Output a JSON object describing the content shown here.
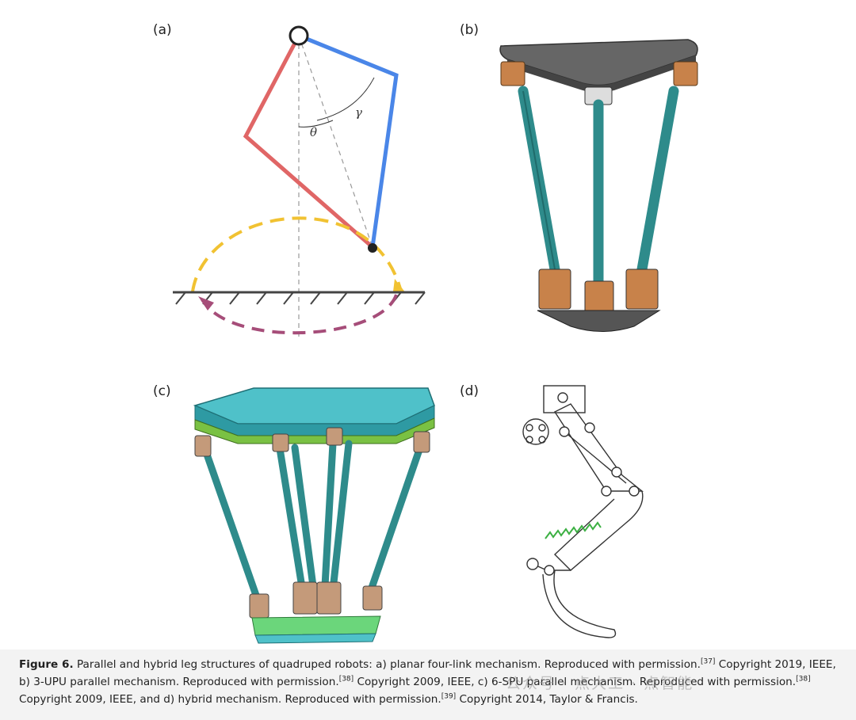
{
  "panels": {
    "a": {
      "label": "(a)",
      "theta": "θ",
      "gamma": "γ"
    },
    "b": {
      "label": "(b)"
    },
    "c": {
      "label": "(c)"
    },
    "d": {
      "label": "(d)"
    }
  },
  "colors": {
    "link_red": "#e06666",
    "link_blue": "#4a86e8",
    "swing_arc": "#f1c232",
    "stance_arc": "#a64d79",
    "strut_teal": "#2e8b8b",
    "plate_gray": "#555555",
    "joint_orange": "#c8824a",
    "plate_cyan": "#4fc1c9",
    "plate_green": "#6bd67b",
    "spring_green": "#3cb043"
  },
  "caption": {
    "figure_label": "Figure 6.",
    "text_1": " Parallel and hybrid leg structures of quadruped robots: a) planar four-link mechanism. Reproduced with permission.",
    "ref_1": "[37]",
    "text_2": " Copyright 2019, IEEE, b) 3-UPU parallel mechanism. Reproduced with permission.",
    "ref_2": "[38]",
    "text_3": " Copyright 2009, IEEE, c) 6-SPU parallel mechanism. Reproduced with permission.",
    "ref_3": "[38]",
    "text_4": " Copyright 2009, IEEE, and d) hybrid mechanism. Reproduced with permission.",
    "ref_4": "[39]",
    "text_5": " Copyright 2014, Taylor & Francis."
  },
  "watermark": "公众号 · 点大工 · 点智能"
}
